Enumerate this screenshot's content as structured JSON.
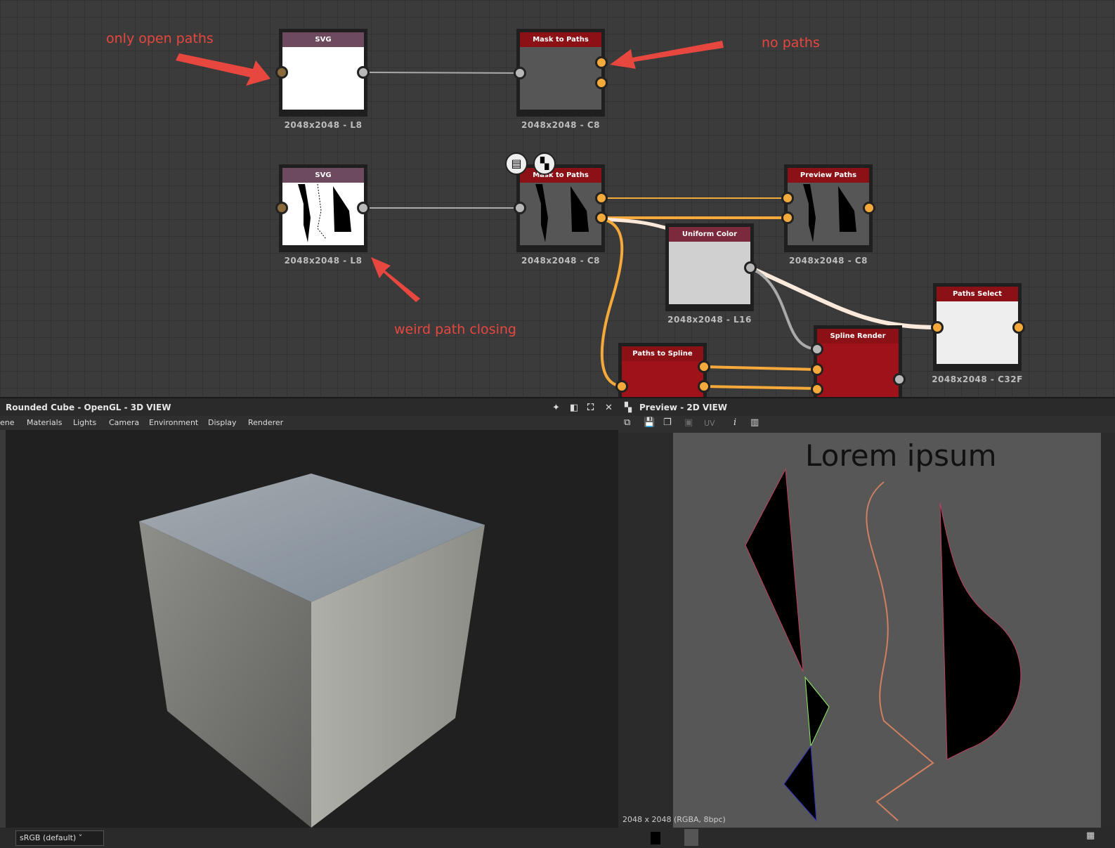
{
  "annotations": {
    "open_paths": "only open paths",
    "no_paths": "no paths",
    "weird": "weird path closing"
  },
  "nodes": {
    "svg1": {
      "title": "SVG",
      "label": "2048x2048 - L8"
    },
    "mask1": {
      "title": "Mask to Paths",
      "label": "2048x2048 - C8"
    },
    "svg2": {
      "title": "SVG",
      "label": "2048x2048 - L8"
    },
    "mask2": {
      "title": "Mask to Paths",
      "label": "2048x2048 - C8"
    },
    "preview": {
      "title": "Preview Paths",
      "label": "2048x2048 - C8"
    },
    "uniform": {
      "title": "Uniform Color",
      "label": "2048x2048 - L16"
    },
    "select": {
      "title": "Paths Select",
      "label": "2048x2048 - C32F"
    },
    "spline_render": {
      "title": "Spline Render"
    },
    "to_spline": {
      "title": "Paths to Spline"
    }
  },
  "colors": {
    "svg_header": "#6e4a5e",
    "red_header": "#8b1116",
    "wire_orange": "#f6a93b"
  },
  "view3d": {
    "title": "Rounded Cube - OpenGL - 3D VIEW",
    "menu": [
      "ene",
      "Materials",
      "Lights",
      "Camera",
      "Environment",
      "Display",
      "Renderer"
    ],
    "colorspace": "sRGB (default)"
  },
  "view2d": {
    "title": "Preview - 2D VIEW",
    "uv": "UV",
    "info": "2048 x 2048 (RGBA, 8bpc)",
    "overlay_text": "Lorem ipsum"
  }
}
